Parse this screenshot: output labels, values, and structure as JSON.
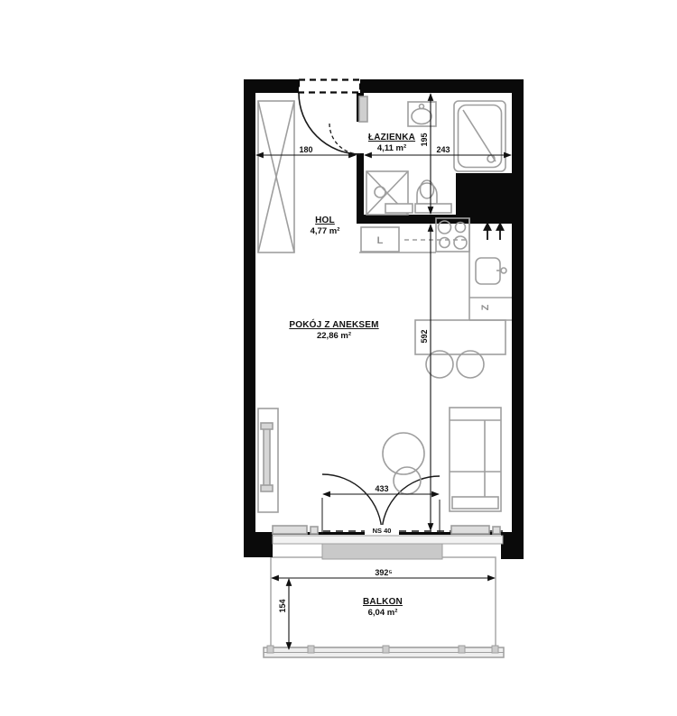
{
  "plan": {
    "rooms": [
      {
        "name": "ŁAZIENKA",
        "area": "4,11 m²"
      },
      {
        "name": "HOL",
        "area": "4,77 m²"
      },
      {
        "name": "POKÓJ Z ANEKSEM",
        "area": "22,86 m²"
      },
      {
        "name": "BALKON",
        "area": "6,04 m²"
      }
    ],
    "dimensions": {
      "hol_width": "180",
      "bathroom_width": "243",
      "bathroom_depth": "195",
      "room_depth": "592",
      "balcony_door_width": "433",
      "balcony_width": "392⁵",
      "balcony_depth": "154"
    },
    "annotations": {
      "balcony_door_code": "NS 40",
      "fridge_letter": "L",
      "dishwasher_letter": "Z"
    },
    "colors": {
      "wall": "#0a0a0a",
      "furniture_line": "#9e9e9e",
      "dimension_line": "#1a1a1a",
      "light_fill": "#d6d6d6"
    }
  }
}
